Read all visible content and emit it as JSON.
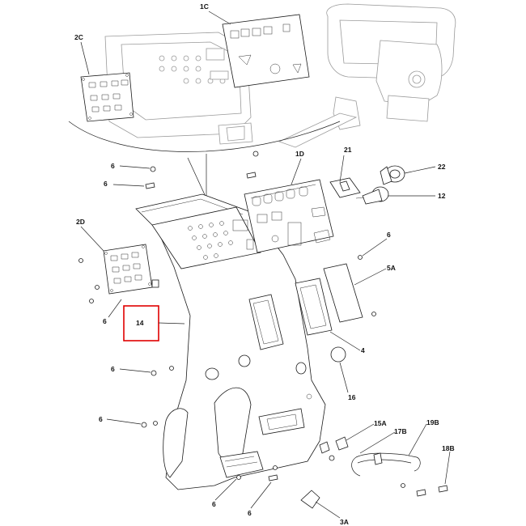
{
  "diagram": {
    "labels": {
      "1C": "1C",
      "1D": "1D",
      "2C": "2C",
      "2D": "2D",
      "3A": "3A",
      "4": "4",
      "5A": "5A",
      "6": "6",
      "12": "12",
      "14": "14",
      "15A": "15A",
      "16": "16",
      "17B": "17B",
      "18B": "18B",
      "19B": "19B",
      "21": "21",
      "22": "22"
    },
    "highlight": {
      "part": "14",
      "color": "#e00000"
    }
  }
}
